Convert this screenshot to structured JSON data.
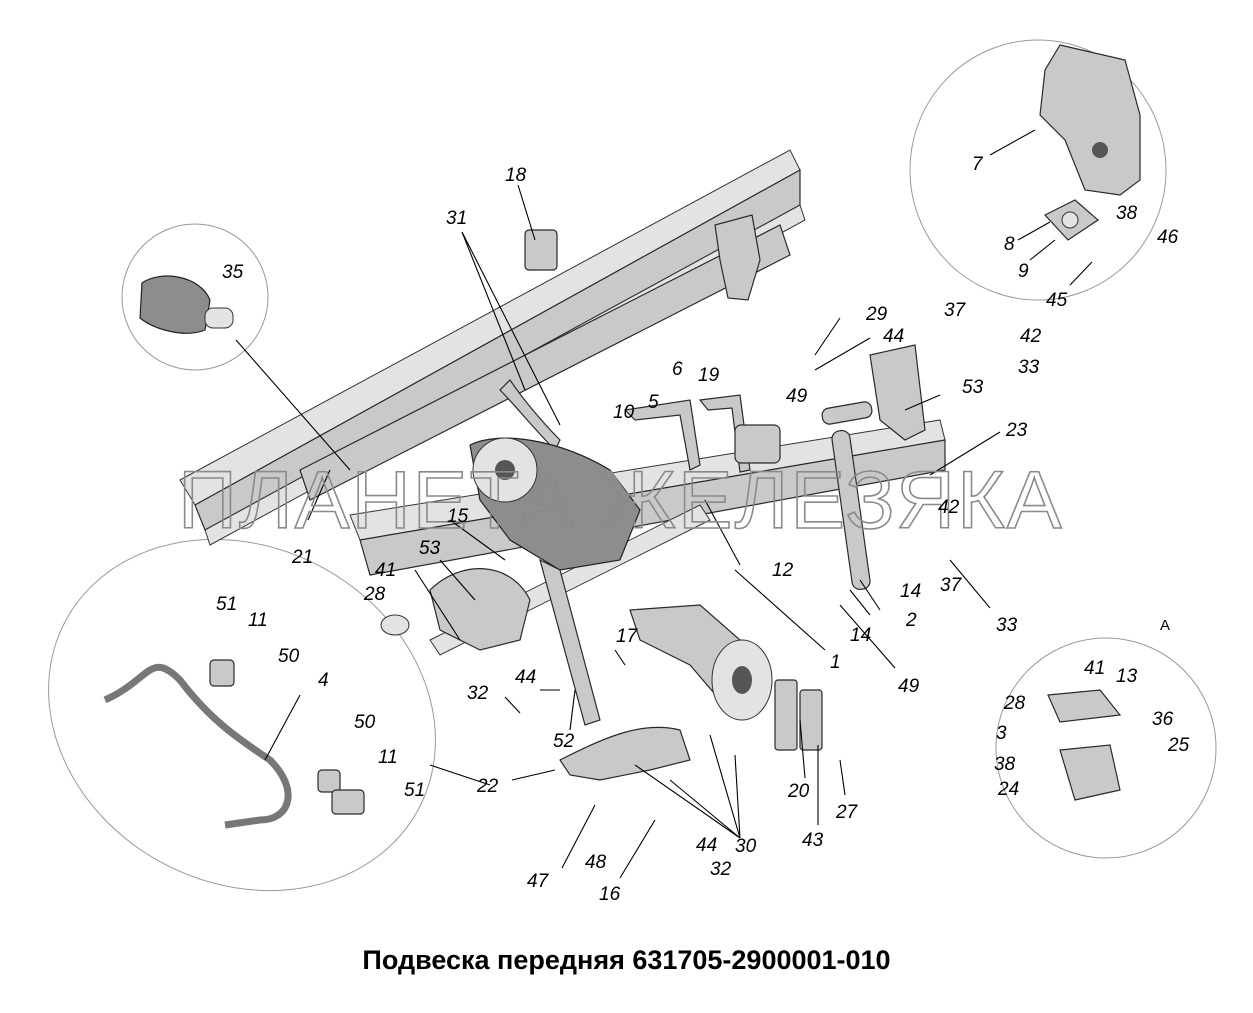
{
  "caption": "Подвеска передняя 631705-2900001-010",
  "watermark": "ПЛАНЕТА ЖЕЛЕЗЯКА",
  "inset_marker": "A",
  "callouts": [
    "1",
    "2",
    "3",
    "4",
    "5",
    "6",
    "7",
    "8",
    "9",
    "10",
    "11",
    "11",
    "12",
    "13",
    "14",
    "14",
    "15",
    "16",
    "17",
    "18",
    "19",
    "20",
    "21",
    "22",
    "23",
    "24",
    "25",
    "27",
    "28",
    "28",
    "29",
    "30",
    "31",
    "32",
    "32",
    "33",
    "33",
    "35",
    "36",
    "37",
    "37",
    "38",
    "38",
    "41",
    "41",
    "42",
    "42",
    "43",
    "44",
    "44",
    "44",
    "45",
    "46",
    "47",
    "48",
    "49",
    "49",
    "50",
    "50",
    "51",
    "51",
    "52",
    "53",
    "53"
  ]
}
